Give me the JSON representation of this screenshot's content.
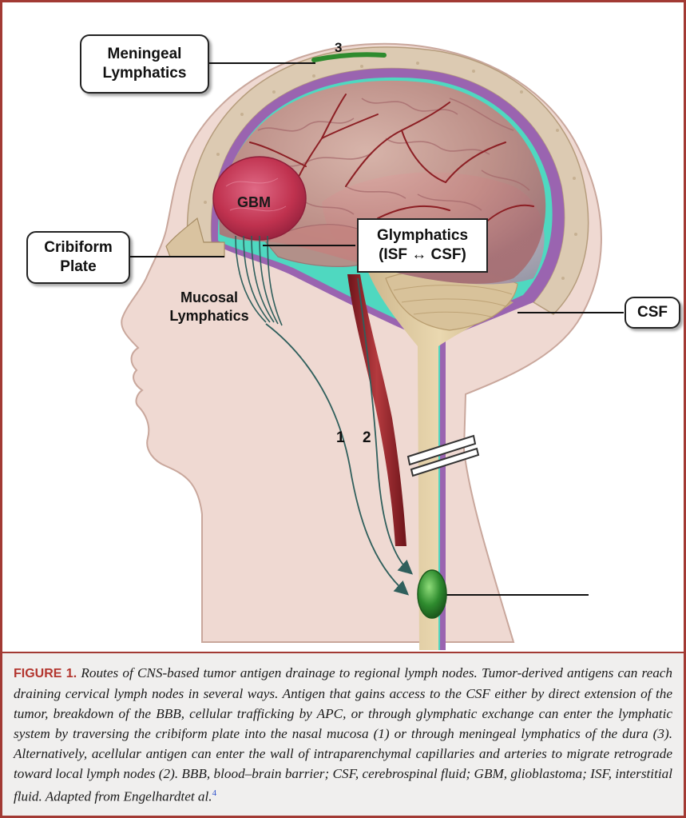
{
  "diagram": {
    "labels": {
      "meningeal_lymphatics": "Meningeal\nLymphatics",
      "route_3": "3",
      "gbm": "GBM",
      "cribiform_plate": "Cribiform\nPlate",
      "glymphatics": "Glymphatics\n(ISF ↔ CSF)",
      "mucosal_lymphatics": "Mucosal\nLymphatics",
      "csf": "CSF",
      "route_1": "1",
      "route_2": "2"
    },
    "colors": {
      "skin": "#efd9d2",
      "skin_outline": "#c9a79c",
      "skull": "#dccab2",
      "dura": "#9a64b0",
      "csf": "#4fd8c0",
      "brain": "#c98a84",
      "gbm": "#c0324f",
      "vessel": "#8c1f24",
      "lymphatic": "#2f5f5c",
      "lymph_node": "#2e8b2e",
      "accent_border": "#a23a34"
    }
  },
  "caption": {
    "figure_label": "FIGURE 1.",
    "text": "Routes of CNS-based tumor antigen drainage to regional lymph nodes. Tumor-derived antigens can reach draining cervical lymph nodes in several ways. Antigen that gains access to the CSF either by direct extension of the tumor, breakdown of the BBB, cellular trafficking by APC, or through glymphatic exchange can enter the lymphatic system by traversing the cribiform plate into the nasal mucosa (1) or through meningeal lymphatics of the dura (3). Alternatively, acellular antigen can enter the wall of intraparenchymal capillaries and arteries to migrate retrograde toward local lymph nodes (2). BBB, blood–brain barrier; CSF, cerebrospinal fluid; GBM, glioblastoma; ISF, interstitial fluid. Adapted from Engelhardtet al.",
    "reference": "4"
  }
}
